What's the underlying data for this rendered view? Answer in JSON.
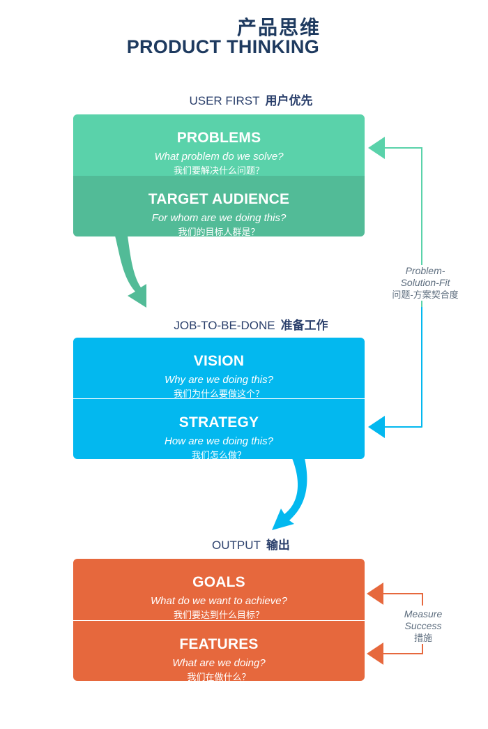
{
  "title": {
    "cn": "产品思维",
    "en": "PRODUCT THINKING"
  },
  "sections": [
    {
      "label_en": "USER FIRST",
      "label_cn": "用户优先",
      "color": "#5ad2aa",
      "blocks": [
        {
          "heading": "PROBLEMS",
          "question": "What problem do we solve?",
          "question_cn": "我们要解决什么问题？"
        },
        {
          "heading": "TARGET AUDIENCE",
          "question": "For whom are we doing this?",
          "question_cn": "我们的目标人群是？"
        }
      ]
    },
    {
      "label_en": "JOB-TO-BE-DONE",
      "label_cn": "准备工作",
      "color": "#03b8ef",
      "blocks": [
        {
          "heading": "VISION",
          "question": "Why are we doing this?",
          "question_cn": "我们为什么要做这个？"
        },
        {
          "heading": "STRATEGY",
          "question": "How are we doing this?",
          "question_cn": "我们怎么做？"
        }
      ]
    },
    {
      "label_en": "OUTPUT",
      "label_cn": "输出",
      "color": "#e6683d",
      "blocks": [
        {
          "heading": "GOALS",
          "question": "What do we want to achieve?",
          "question_cn": "我们要达到什么目标？"
        },
        {
          "heading": "FEATURES",
          "question": "What are we doing?",
          "question_cn": "我们在做什么？"
        }
      ]
    }
  ],
  "side_labels": {
    "fit": {
      "line1": "Problem-",
      "line2": "Solution-Fit",
      "cn": "问题-方案契合度"
    },
    "measure": {
      "line1": "Measure",
      "line2": "Success",
      "cn": "措施"
    }
  }
}
